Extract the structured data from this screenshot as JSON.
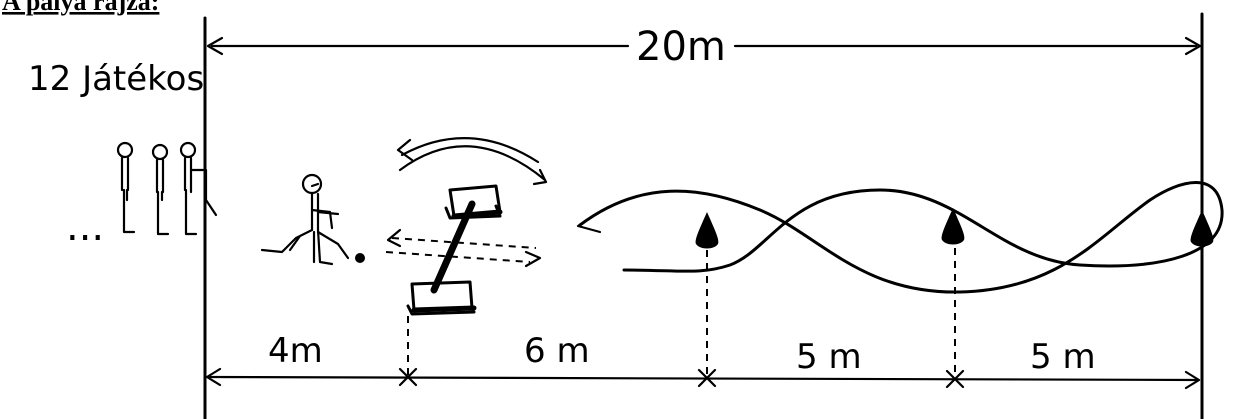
{
  "heading": "A pálya rajza:",
  "players_label": "12 Játékos",
  "players_ellipsis": "...",
  "total_length": "20m",
  "segments": [
    {
      "label": "4m"
    },
    {
      "label": "6 m"
    },
    {
      "label": "5 m"
    },
    {
      "label": "5 m"
    }
  ],
  "cones_count": 3,
  "colors": {
    "ink": "#000000",
    "background": "#ffffff"
  }
}
